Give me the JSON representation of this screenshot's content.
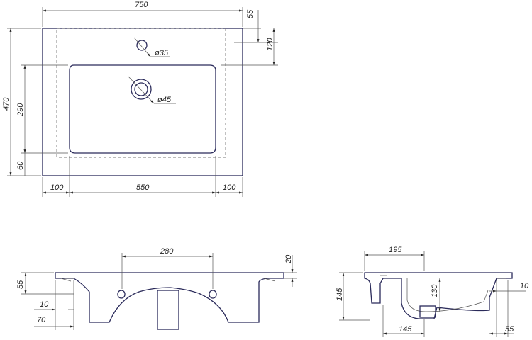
{
  "top_view": {
    "width": "750",
    "depth": "470",
    "bowl_depth": "290",
    "front_offset": "60",
    "back_offset": "55",
    "tap_offset": "120",
    "left_margin": "100",
    "bowl_width": "550",
    "right_margin": "100",
    "tap_hole": "ø35",
    "drain_hole": "ø45"
  },
  "front_view": {
    "holes_spacing": "280",
    "rim_thickness": "20",
    "height": "55",
    "leg_offset": "10",
    "leg_width": "70"
  },
  "side_view": {
    "depth": "195",
    "height": "145",
    "inner_height": "130",
    "drain_offset": "145",
    "rim": "10",
    "back_offset": "55"
  }
}
